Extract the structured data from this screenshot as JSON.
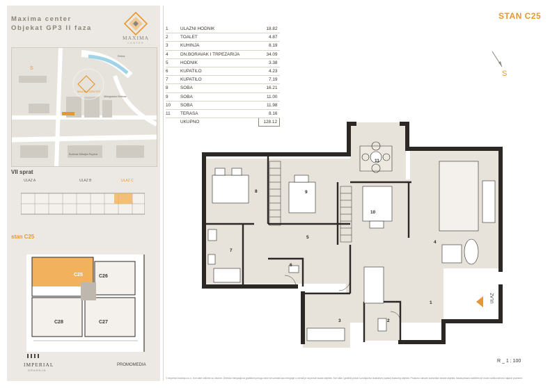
{
  "sidebar": {
    "title_line1": "Maxima center",
    "title_line2": "Objekat GP3 II faza",
    "logo_text": "MAXIMA",
    "logo_sub": "CENTER",
    "map_labels": [
      "S",
      "Bulevar Mihajla Pupina",
      "Mitrogradski Bulevar",
      "Rečna",
      "MAXIMA CENTER"
    ],
    "floor_label": "VII sprat",
    "entrances": [
      "ULAZ A",
      "ULAZ B",
      "ULAZ C"
    ],
    "unit_label": "stan C25",
    "building_units": [
      "C25",
      "C26",
      "C28",
      "C27"
    ],
    "brand": "IMPERIAL",
    "brand_sub": "GRADNJA",
    "promo": "PROMOMEDIA"
  },
  "rooms": [
    {
      "n": "1",
      "name": "ULAZNI HODNIK",
      "value": "18.82"
    },
    {
      "n": "2",
      "name": "TOALET",
      "value": "4.87"
    },
    {
      "n": "3",
      "name": "KUHINJA",
      "value": "8.19"
    },
    {
      "n": "4",
      "name": "DN.BORAVAK I TRPEZARIJA",
      "value": "34.09"
    },
    {
      "n": "5",
      "name": "HODNIK",
      "value": "3.38"
    },
    {
      "n": "6",
      "name": "KUPATILO",
      "value": "4.23"
    },
    {
      "n": "7",
      "name": "KUPATILO",
      "value": "7.19"
    },
    {
      "n": "8",
      "name": "SOBA",
      "value": "16.21"
    },
    {
      "n": "9",
      "name": "SOBA",
      "value": "11.00"
    },
    {
      "n": "10",
      "name": "SOBA",
      "value": "11.98"
    },
    {
      "n": "11",
      "name": "TERASA",
      "value": "8.16"
    }
  ],
  "total": {
    "name": "UKUPNO",
    "value": "128.12"
  },
  "unit_title": "STAN  C25",
  "compass_label": "S",
  "plan_room_numbers": [
    "1",
    "2",
    "3",
    "4",
    "5",
    "6",
    "7",
    "8",
    "9",
    "10",
    "11"
  ],
  "entry_label": "ULAZ",
  "scale": "R _ 1 : 100",
  "footer": "© Imperial Gradnja d.o.o. Sve date veličine su okvirne. Direktor menjanja na grafičkim prilogu neće se uzimati kao menjanje u mendi je na pravdi svake objekta. Sve slike i grafički prilozi su isključivo ilustrativni (spiski) budućeg objekta. Prolazno ostvare korisničke strane objekta. Mada prilaza različitim se može razlikovati bez najave promene.",
  "colors": {
    "accent": "#e8962e",
    "sidebar_bg": "#ece9e4",
    "wall": "#2b2825",
    "floor": "#e7e2da"
  }
}
